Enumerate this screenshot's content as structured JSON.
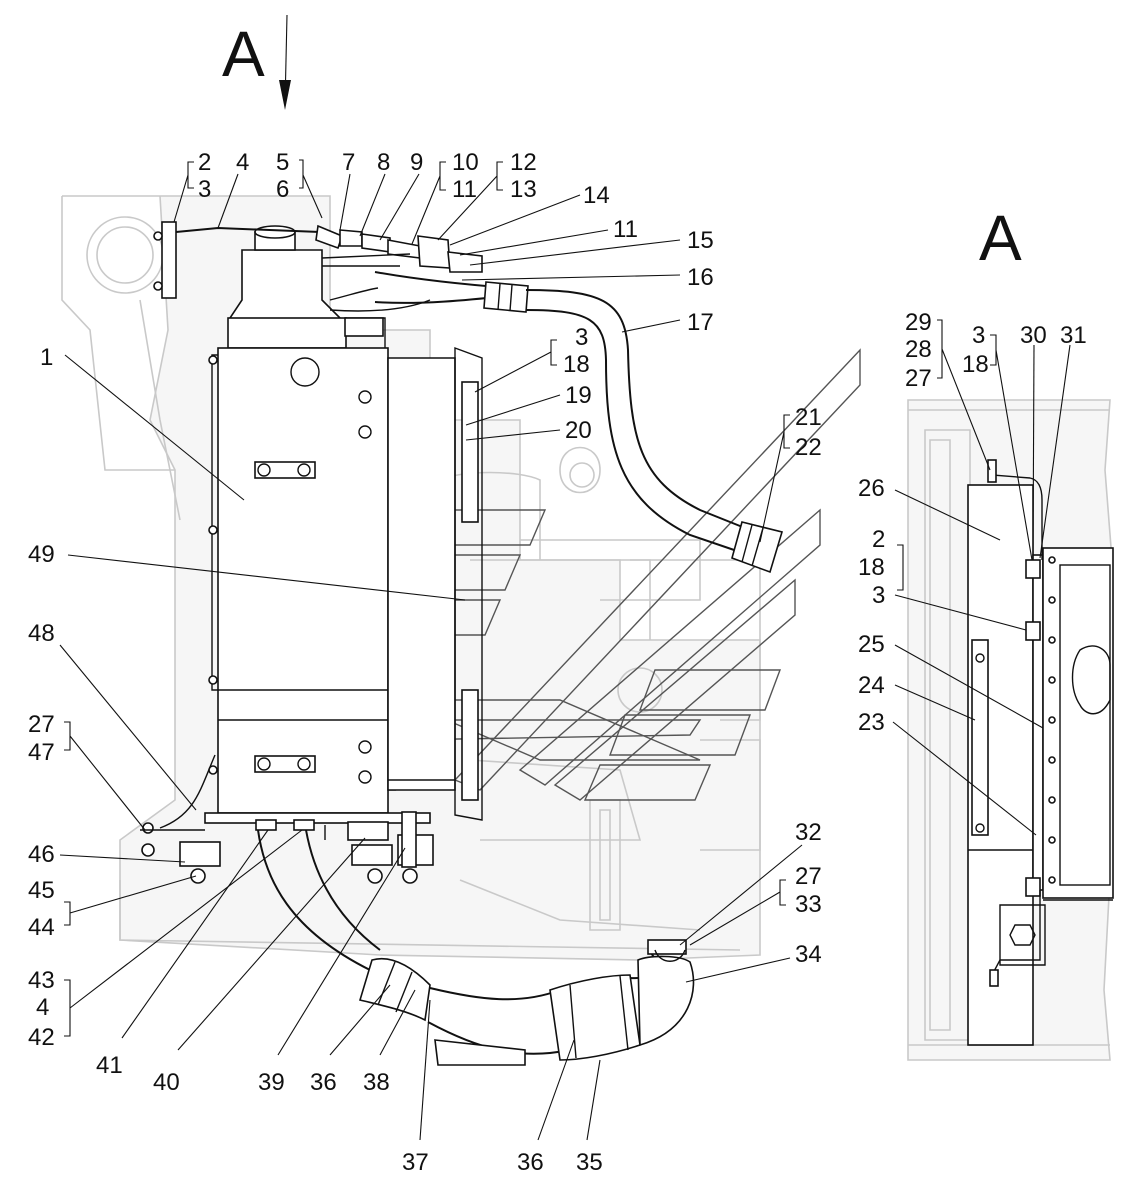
{
  "view_markers": {
    "arrow_label": "A",
    "view_label": "A"
  },
  "callouts": [
    {
      "id": "c1",
      "text": "1"
    },
    {
      "id": "c2",
      "text": "2"
    },
    {
      "id": "c3",
      "text": "3"
    },
    {
      "id": "c4",
      "text": "4"
    },
    {
      "id": "c5",
      "text": "5"
    },
    {
      "id": "c6",
      "text": "6"
    },
    {
      "id": "c7",
      "text": "7"
    },
    {
      "id": "c8",
      "text": "8"
    },
    {
      "id": "c9",
      "text": "9"
    },
    {
      "id": "c10",
      "text": "10"
    },
    {
      "id": "c11",
      "text": "11"
    },
    {
      "id": "c12",
      "text": "12"
    },
    {
      "id": "c13",
      "text": "13"
    },
    {
      "id": "c14",
      "text": "14"
    },
    {
      "id": "c11b",
      "text": "11"
    },
    {
      "id": "c15",
      "text": "15"
    },
    {
      "id": "c16",
      "text": "16"
    },
    {
      "id": "c17",
      "text": "17"
    },
    {
      "id": "c3b",
      "text": "3"
    },
    {
      "id": "c18",
      "text": "18"
    },
    {
      "id": "c19",
      "text": "19"
    },
    {
      "id": "c20",
      "text": "20"
    },
    {
      "id": "c21",
      "text": "21"
    },
    {
      "id": "c22",
      "text": "22"
    },
    {
      "id": "c49",
      "text": "49"
    },
    {
      "id": "c48",
      "text": "48"
    },
    {
      "id": "c27",
      "text": "27"
    },
    {
      "id": "c47",
      "text": "47"
    },
    {
      "id": "c46",
      "text": "46"
    },
    {
      "id": "c45",
      "text": "45"
    },
    {
      "id": "c44",
      "text": "44"
    },
    {
      "id": "c43",
      "text": "43"
    },
    {
      "id": "c4b",
      "text": "4"
    },
    {
      "id": "c42",
      "text": "42"
    },
    {
      "id": "c41",
      "text": "41"
    },
    {
      "id": "c40",
      "text": "40"
    },
    {
      "id": "c39",
      "text": "39"
    },
    {
      "id": "c36",
      "text": "36"
    },
    {
      "id": "c38",
      "text": "38"
    },
    {
      "id": "c37",
      "text": "37"
    },
    {
      "id": "c36b",
      "text": "36"
    },
    {
      "id": "c35",
      "text": "35"
    },
    {
      "id": "c32",
      "text": "32"
    },
    {
      "id": "c27b",
      "text": "27"
    },
    {
      "id": "c33",
      "text": "33"
    },
    {
      "id": "c34",
      "text": "34"
    },
    {
      "id": "c29",
      "text": "29"
    },
    {
      "id": "c28",
      "text": "28"
    },
    {
      "id": "c27c",
      "text": "27"
    },
    {
      "id": "c3c",
      "text": "3"
    },
    {
      "id": "c18b",
      "text": "18"
    },
    {
      "id": "c30",
      "text": "30"
    },
    {
      "id": "c31",
      "text": "31"
    },
    {
      "id": "c26",
      "text": "26"
    },
    {
      "id": "c2b",
      "text": "2"
    },
    {
      "id": "c18c",
      "text": "18"
    },
    {
      "id": "c3d",
      "text": "3"
    },
    {
      "id": "c25",
      "text": "25"
    },
    {
      "id": "c24",
      "text": "24"
    },
    {
      "id": "c23",
      "text": "23"
    }
  ]
}
